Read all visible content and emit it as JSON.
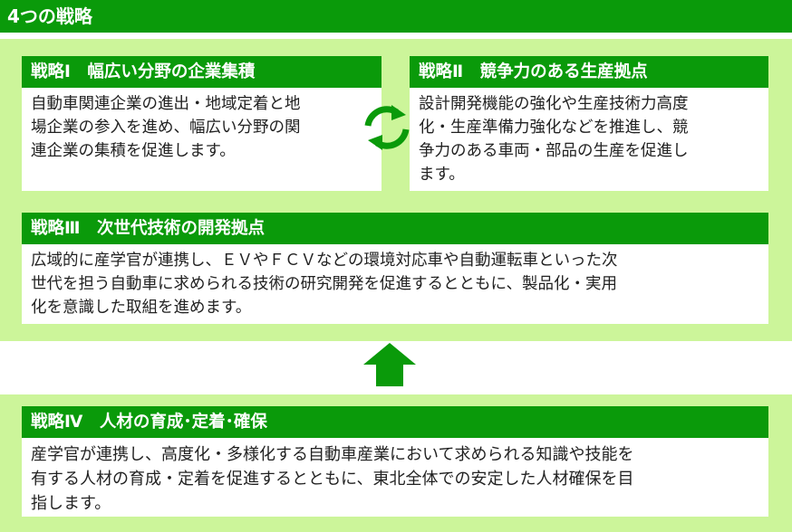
{
  "header": {
    "title": "4つの戦略"
  },
  "strategies": [
    {
      "heading": "戦略Ⅰ　幅広い分野の企業集積",
      "body": "自動車関連企業の進出・地域定着と地\n場企業の参入を進め、幅広い分野の関\n連企業の集積を促進します。"
    },
    {
      "heading": "戦略Ⅱ　競争力のある生産拠点",
      "body": "設計開発機能の強化や生産技術力高度\n化・生産準備力強化などを推進し、競\n争力のある車両・部品の生産を促進し\nます。"
    },
    {
      "heading": "戦略Ⅲ　次世代技術の開発拠点",
      "body": "広域的に産学官が連携し、ＥＶやＦＣＶなどの環境対応車や自動運転車といった次\n世代を担う自動車に求められる技術の研究開発を促進するとともに、製品化・実用\n化を意識した取組を進めます。"
    },
    {
      "heading": "戦略Ⅳ　人材の育成･定着･確保",
      "body": "産学官が連携し、高度化・多様化する自動車産業において求められる知識や技能を\n有する人材の育成・定着を促進するとともに、東北全体での安定した人材確保を目\n指します。"
    }
  ],
  "icons": {
    "cycle": "cycle-arrows-icon",
    "up": "up-arrow-icon"
  },
  "colors": {
    "green": "#0a9a0a",
    "panel": "#ccf59a",
    "text": "#222222"
  }
}
